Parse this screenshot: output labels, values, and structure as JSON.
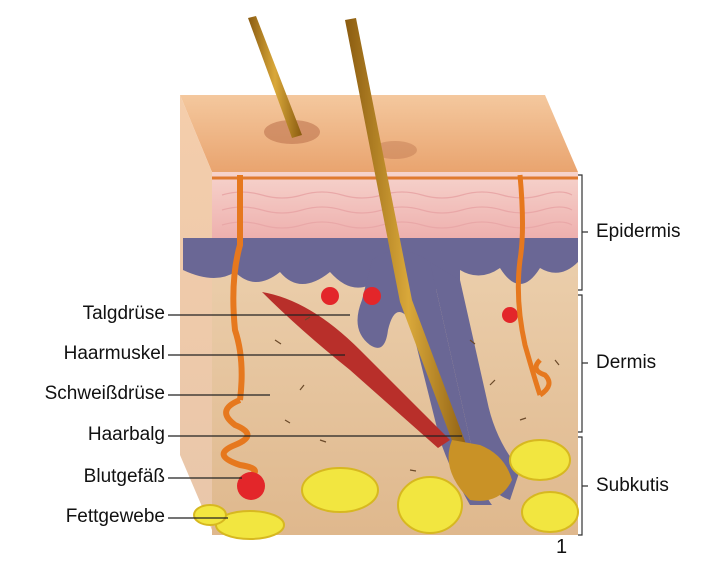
{
  "diagram": {
    "left_labels": [
      "Talgdrüse",
      "Haarmuskel",
      "Schweißdrüse",
      "Haarbalg",
      "Blutgefäß",
      "Fettgewebe"
    ],
    "right_labels": [
      "Epidermis",
      "Dermis",
      "Subkutis"
    ],
    "figure_number": "1"
  },
  "colors": {
    "epidermis": "#f2b8b4",
    "epidermis_top": "#e9a074",
    "basal_layer": "#5d5c8a",
    "dermis": "#e7c7a4",
    "subcutis_fat": "#f2e640",
    "hair": "#c99226",
    "muscle": "#b82f2a",
    "gland": "#e6781e",
    "blood": "#e3262a"
  }
}
